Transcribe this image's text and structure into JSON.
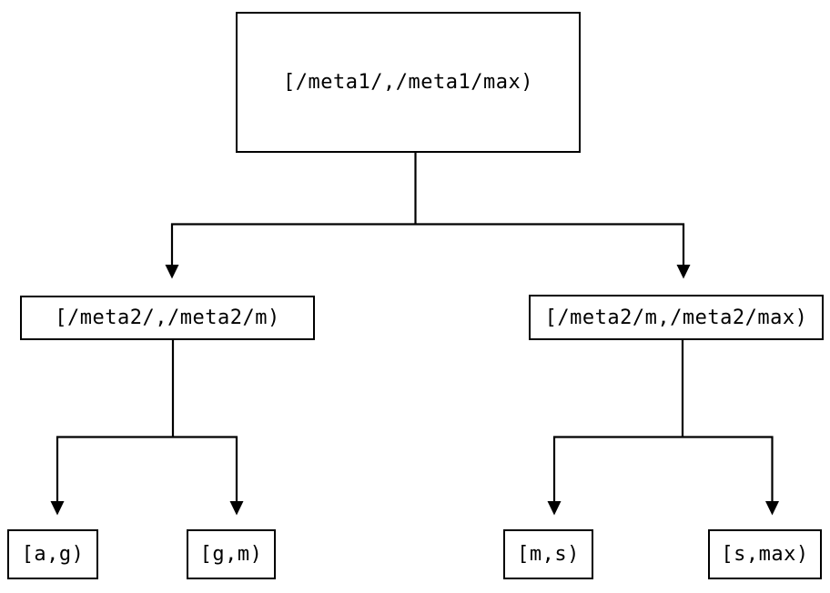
{
  "diagram": {
    "type": "binary-interval-partition-tree",
    "colors": {
      "background": "#ffffff",
      "line": "#000000",
      "text": "#000000"
    },
    "nodes": {
      "root": {
        "label": "[/meta1/,/meta1/max)"
      },
      "meta2_low": {
        "label": "[/meta2/,/meta2/m)"
      },
      "meta2_high": {
        "label": "[/meta2/m,/meta2/max)"
      },
      "leaf_ag": {
        "label": "[a,g)"
      },
      "leaf_gm": {
        "label": "[g,m)"
      },
      "leaf_ms": {
        "label": "[m,s)"
      },
      "leaf_smax": {
        "label": "[s,max)"
      }
    },
    "edges": [
      {
        "from": "root",
        "to": "meta2_low"
      },
      {
        "from": "root",
        "to": "meta2_high"
      },
      {
        "from": "meta2_low",
        "to": "leaf_ag"
      },
      {
        "from": "meta2_low",
        "to": "leaf_gm"
      },
      {
        "from": "meta2_high",
        "to": "leaf_ms"
      },
      {
        "from": "meta2_high",
        "to": "leaf_smax"
      }
    ]
  }
}
